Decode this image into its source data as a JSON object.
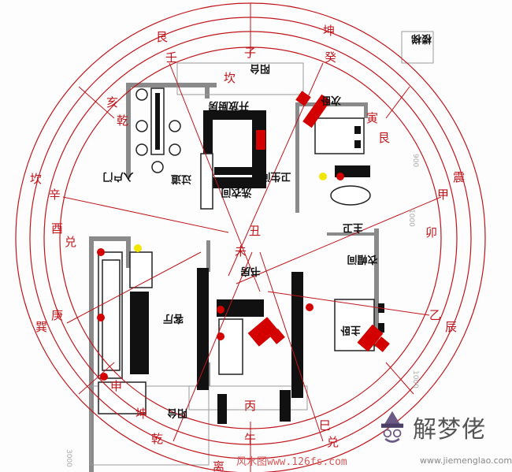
{
  "compass": {
    "ring_color": "#c0151b",
    "labels": [
      "艮",
      "壬",
      "子",
      "坤",
      "癸",
      "亥",
      "乾",
      "坎",
      "辛",
      "酉",
      "兑",
      "庚",
      "巽",
      "申",
      "坤",
      "乾",
      "午",
      "丙",
      "巳",
      "兑",
      "乙",
      "辰",
      "震",
      "甲",
      "卯",
      "寅",
      "艮",
      "未",
      "丑",
      "坎",
      "离"
    ]
  },
  "rooms": {
    "kitchen": "开放厨房",
    "balcony_top": "阳台",
    "laundry": "洗衣间",
    "toilet": "卫生间",
    "entrance": "入户门",
    "corridor": "过道",
    "living": "客厅",
    "study": "书房",
    "master_bedroom": "主卧",
    "master_bath": "主卫",
    "cloakroom": "衣帽间",
    "second_bedroom": "次卧",
    "balcony_bottom": "阳台",
    "stair": "楼梯"
  },
  "dimensions": [
    "3000",
    "1000",
    "1000",
    "900"
  ],
  "watermarks": {
    "logo_title": "解梦佬",
    "logo_url": "www.jiemenglao.com",
    "source": "风水图www.126fs.com"
  }
}
